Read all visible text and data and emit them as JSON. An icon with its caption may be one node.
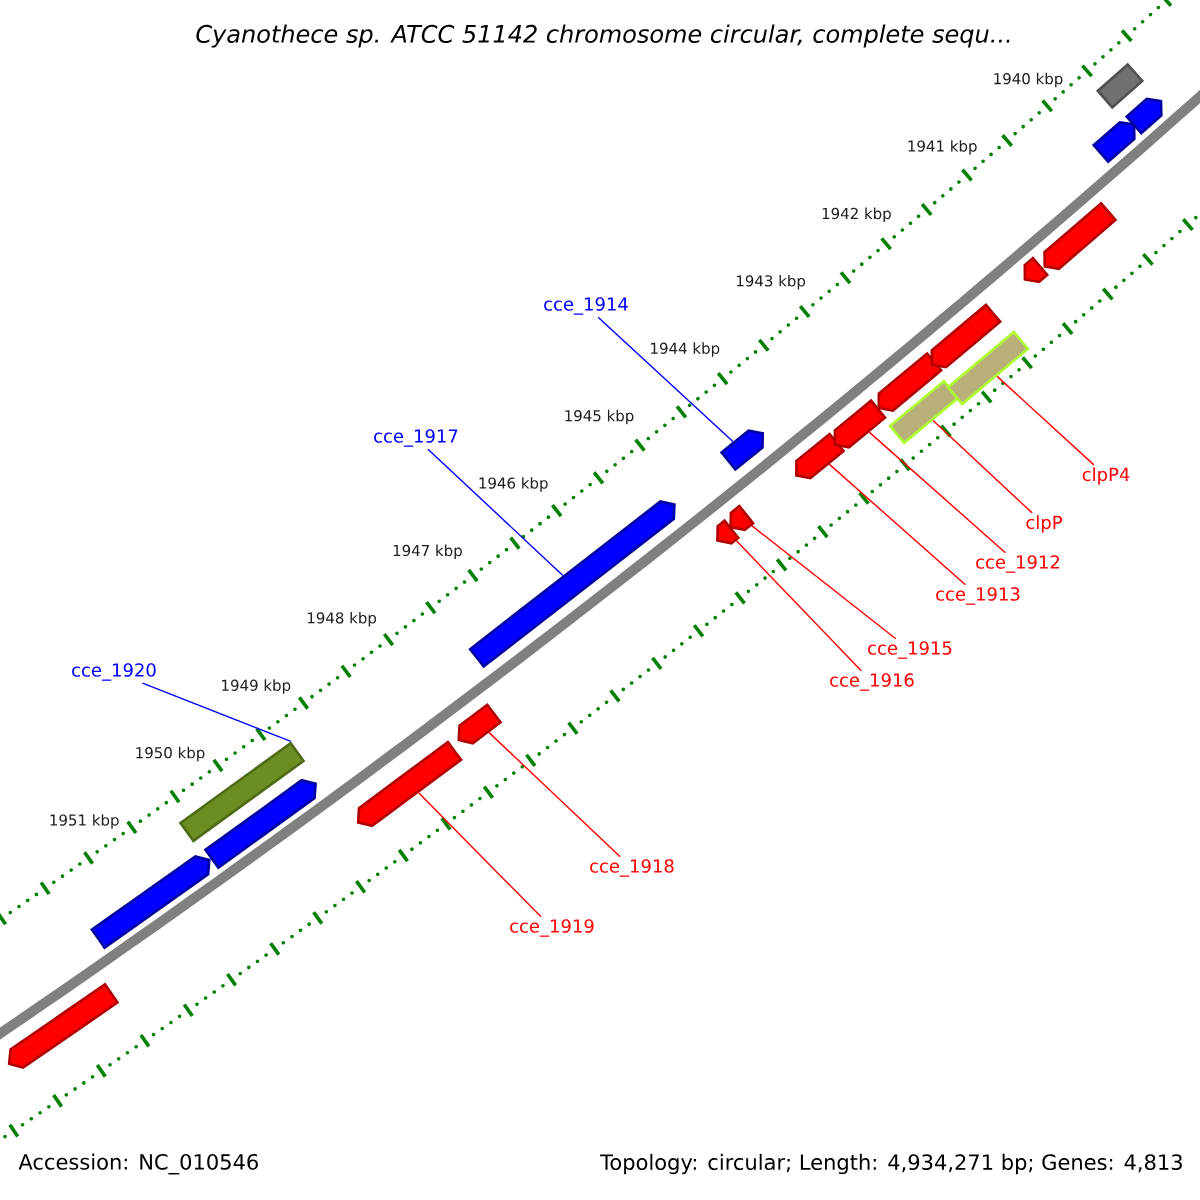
{
  "diagram": {
    "title": "Cyanothece sp. ATCC 51142 chromosome circular, complete sequ...",
    "nodes": [
      {
        "text": [
          "cce_1914"
        ]
      },
      {
        "text": [
          "cce_1917"
        ]
      },
      {
        "text": [
          "clpP4"
        ]
      },
      {
        "text": [
          "clpP"
        ]
      },
      {
        "text": [
          "cce_1912"
        ]
      },
      {
        "text": [
          "cce_1913"
        ]
      },
      {
        "text": [
          "cce_1915"
        ]
      },
      {
        "text": [
          "cce_1920"
        ]
      },
      {
        "text": [
          "cce_1916"
        ]
      },
      {
        "text": [
          "cce_1918"
        ]
      },
      {
        "text": [
          "cce_1919"
        ]
      },
      {
        "text": [],
        "shape": "arrow"
      },
      {
        "text": [],
        "shape": "arrow"
      },
      {
        "text": [],
        "shape": "bar"
      },
      {
        "text": [],
        "shape": "arrow"
      },
      {
        "text": [],
        "shape": "arrow"
      },
      {
        "text": [],
        "shape": "arrow"
      },
      {
        "text": [],
        "shape": "arrow"
      },
      {
        "text": [],
        "shape": "arrow"
      },
      {
        "text": [],
        "shape": "arrow"
      },
      {
        "text": [],
        "shape": "arrow"
      },
      {
        "text": [],
        "shape": "arrow"
      },
      {
        "text": [],
        "shape": "arrow"
      },
      {
        "text": [],
        "shape": "arrow"
      },
      {
        "text": [],
        "shape": "bar"
      },
      {
        "text": [],
        "shape": "arrow"
      },
      {
        "text": [],
        "shape": "bar"
      },
      {
        "text": [],
        "shape": "arrow"
      },
      {
        "text": [],
        "shape": "arrow"
      },
      {
        "text": [],
        "shape": "arrow"
      },
      {
        "text": [],
        "shape": "bar"
      },
      {
        "text": [],
        "shape": "arrow"
      }
    ],
    "edges": [
      {
        "from": 0,
        "to": 20,
        "arrow": "none",
        "color": "#0000ff"
      },
      {
        "from": 1,
        "to": 17,
        "arrow": "none",
        "color": "#0000ff"
      },
      {
        "from": 2,
        "to": 26,
        "arrow": "none"
      },
      {
        "from": 3,
        "to": 24,
        "arrow": "none"
      },
      {
        "from": 4,
        "to": 22,
        "arrow": "none"
      },
      {
        "from": 5,
        "to": 21,
        "arrow": "none"
      },
      {
        "from": 6,
        "to": 19,
        "arrow": "none"
      },
      {
        "from": 7,
        "to": 13,
        "arrow": "none",
        "color": "#0000ff"
      },
      {
        "from": 8,
        "to": 18,
        "arrow": "none"
      },
      {
        "from": 9,
        "to": 16,
        "arrow": "none"
      },
      {
        "from": 10,
        "to": 15,
        "arrow": "none"
      }
    ],
    "labels": [
      "1940 kbp",
      "1941 kbp",
      "1942 kbp",
      "1943 kbp",
      "1944 kbp",
      "1945 kbp",
      "1946 kbp",
      "1947 kbp",
      "1948 kbp",
      "1949 kbp",
      "1950 kbp",
      "1951 kbp",
      "Accession: NC_010546",
      "Topology: circular; Length: 4,934,271 bp; Genes: 4,813"
    ]
  }
}
